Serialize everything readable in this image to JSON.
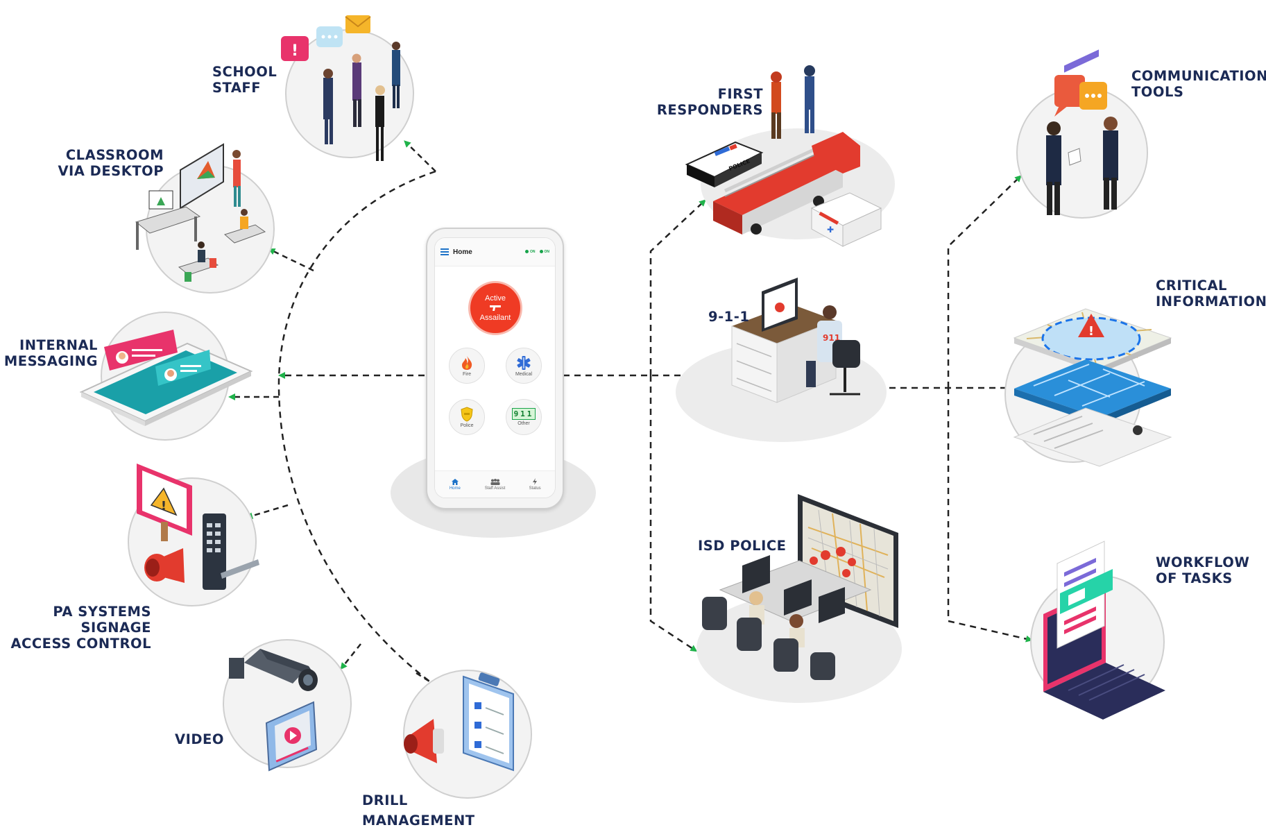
{
  "labels": {
    "school_staff": "SCHOOL\nSTAFF",
    "classroom": "CLASSROOM\nVIA DESKTOP",
    "internal_messaging": "INTERNAL\nMESSAGING",
    "pa_systems": "PA SYSTEMS\nSIGNAGE\nACCESS CONTROL",
    "video": "VIDEO",
    "drill": "DRILL\nMANAGEMENT",
    "first_responders": "FIRST\nRESPONDERS",
    "nine_one_one": "9-1-1",
    "isd_police": "ISD POLICE",
    "communication_tools": "COMMUNICATION\nTOOLS",
    "critical_information": "CRITICAL\nINFORMATION",
    "workflow": "WORKFLOW\nOF TASKS"
  },
  "phone": {
    "title": "Home",
    "status_wifi": "ON",
    "status_gps": "ON",
    "active_line1": "Active",
    "active_line2": "Assailant",
    "fire": "Fire",
    "medical": "Medical",
    "police": "Police",
    "other": "Other",
    "other_digits": "911",
    "tabs": {
      "home": "Home",
      "staff_assist": "Staff Assist",
      "status": "Status"
    }
  },
  "colors": {
    "label": "#1b2a55",
    "arrow_head": "#1fb24a",
    "dashed_line": "#222222",
    "alert_red": "#ef3b24",
    "circle_fill": "#efefef",
    "circle_stroke": "#cccccc"
  }
}
